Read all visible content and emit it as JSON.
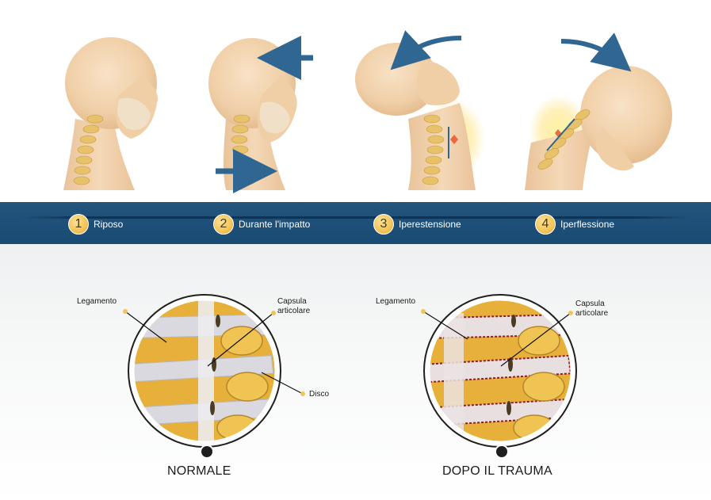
{
  "steps": [
    {
      "num": "1",
      "label": "Riposo"
    },
    {
      "num": "2",
      "label": "Durante l'impatto"
    },
    {
      "num": "3",
      "label": "Iperestensione"
    },
    {
      "num": "4",
      "label": "Iperflessione"
    }
  ],
  "normal": {
    "labels": {
      "ligament": "Legamento",
      "capsule_line1": "Capsula",
      "capsule_line2": "articolare",
      "disc": "Disco"
    },
    "caption": "NORMALE"
  },
  "trauma": {
    "labels": {
      "ligament": "Legamento",
      "capsule_line1": "Capsula",
      "capsule_line2": "articolare"
    },
    "caption": "DOPO IL TRAUMA"
  },
  "colors": {
    "band": "#1f5079",
    "arrow": "#2f6792",
    "skin": "#f2d2ad",
    "bone": "#e8b53a",
    "badge": "#f3c355",
    "label_dot": "#f1c458"
  }
}
